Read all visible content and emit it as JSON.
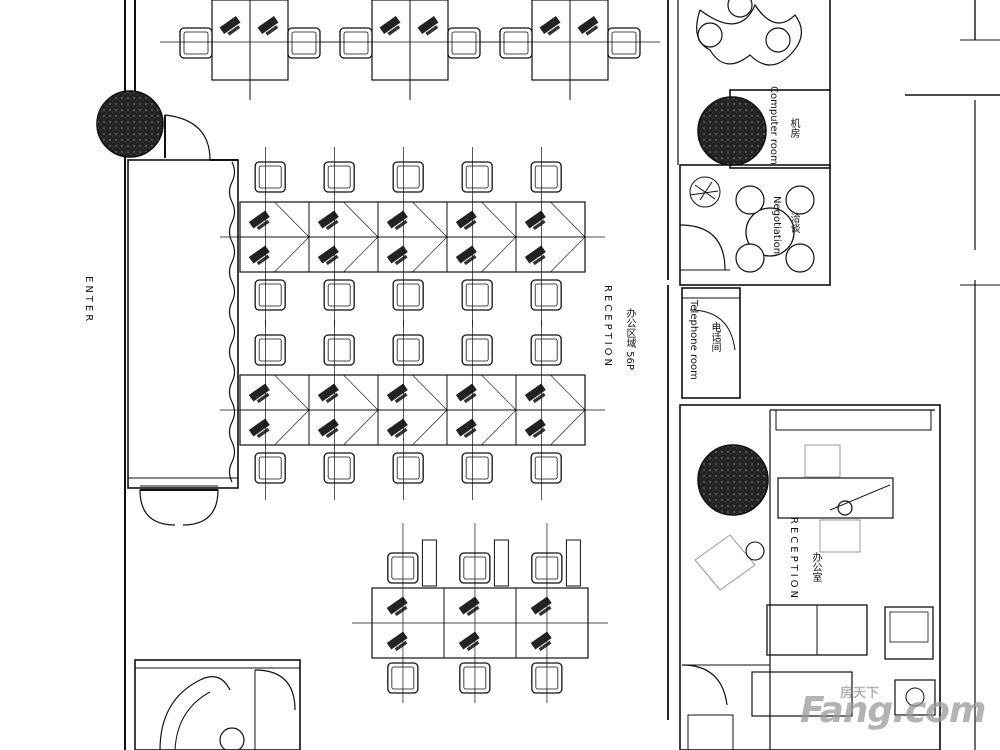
{
  "labels": {
    "enter": "ENTER",
    "reception_main": "RECEPTION",
    "office_area_cn": "办公区域 56P",
    "computer_room_en": "Computer room",
    "computer_room_cn": "机房",
    "negotiation_en": "Negotiation",
    "negotiation_cn": "洽谈",
    "telephone_room_en": "Telephone room",
    "telephone_room_cn": "电话间",
    "reception_office": "RECEPTION",
    "office_cn": "办公室"
  },
  "watermark": {
    "brand": "Fang.com",
    "brand_cn": "房天下"
  },
  "colors": {
    "ink": "#111111",
    "plant": "#1e1e1e",
    "background": "#ffffff",
    "watermark": "#9a9a9a"
  }
}
